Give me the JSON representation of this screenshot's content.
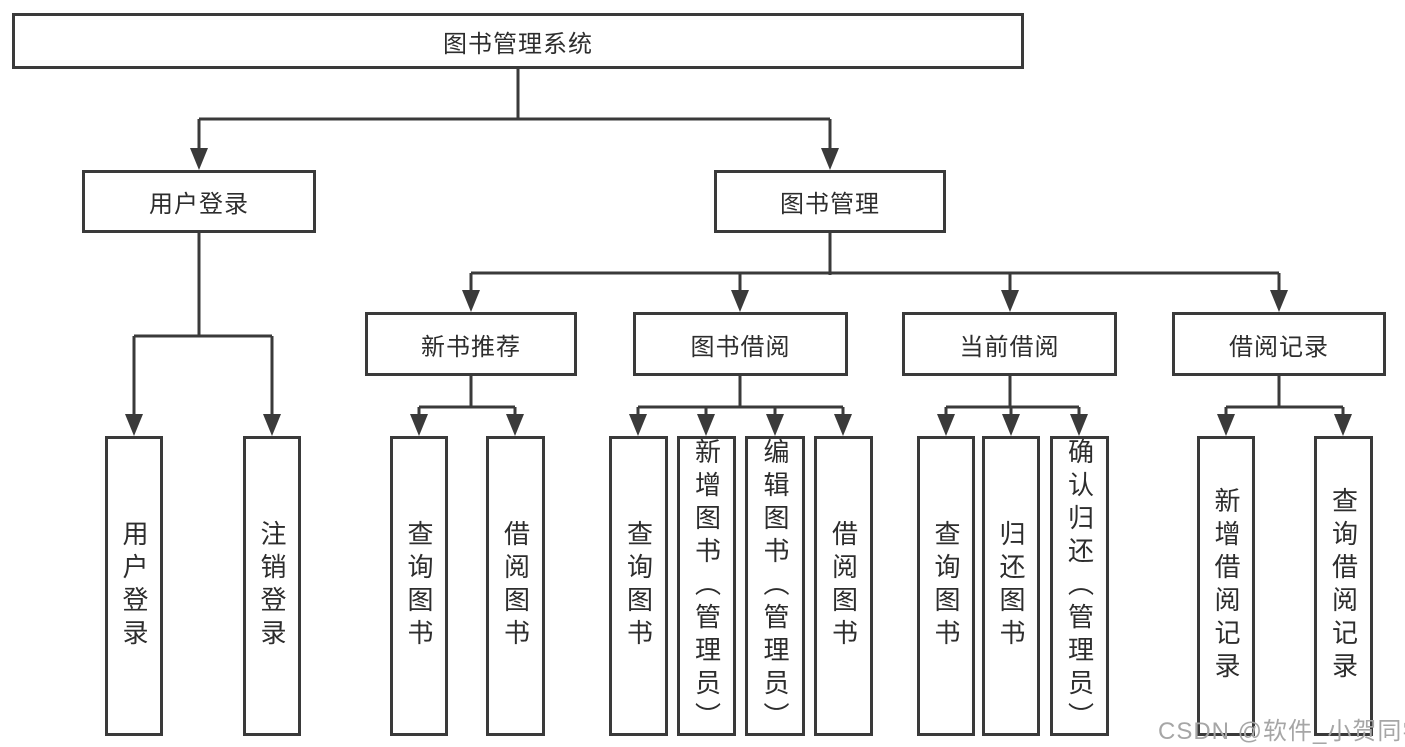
{
  "diagram": {
    "root": "图书管理系统",
    "level2": {
      "user_login": "用户登录",
      "book_management": "图书管理"
    },
    "level3": {
      "new_book_recommend": "新书推荐",
      "book_borrow": "图书借阅",
      "current_borrow": "当前借阅",
      "borrow_records": "借阅记录"
    },
    "leaves": {
      "user_login": "用户登录",
      "logout": "注销登录",
      "recommend_query_books": "查询图书",
      "recommend_borrow_books": "借阅图书",
      "borrow_query_books": "查询图书",
      "borrow_add_books": "新增图书（管理员）",
      "borrow_edit_books": "编辑图书（管理员）",
      "borrow_borrow_books": "借阅图书",
      "current_query_books": "查询图书",
      "current_return_books": "归还图书",
      "current_confirm_return": "确认归还（管理员）",
      "records_add_record": "新增借阅记录",
      "records_query_record": "查询借阅记录"
    }
  },
  "watermark": "CSDN @软件_小贺同学",
  "colors": {
    "line": "#3a3a3a",
    "text": "#2d2d2d",
    "background": "#ffffff",
    "watermark": "#a6a6a6"
  }
}
